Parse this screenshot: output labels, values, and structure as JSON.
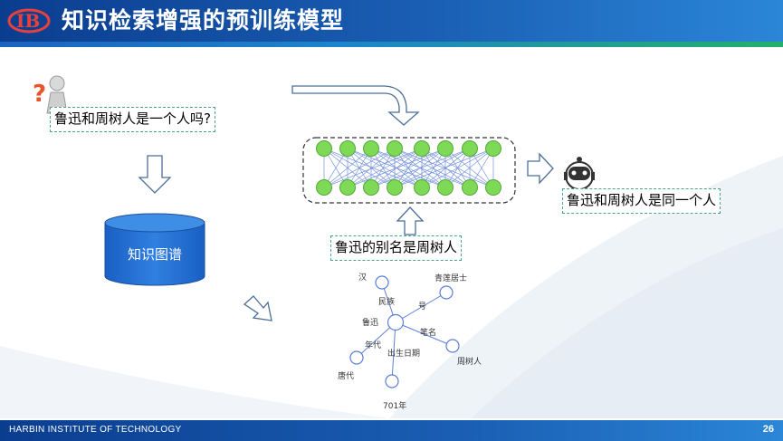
{
  "header": {
    "title": "知识检索增强的预训练模型"
  },
  "footer": {
    "institution": "HARBIN INSTITUTE  OF TECHNOLOGY",
    "page_number": "26"
  },
  "question": {
    "text": "鲁迅和周树人是一个人吗?"
  },
  "answer": {
    "text": "鲁迅和周树人是同一个人"
  },
  "retrieved_fact": {
    "text": "鲁迅的别名是周树人"
  },
  "knowledge_base": {
    "label": "知识图谱"
  },
  "knowledge_graph": {
    "nodes": [
      "汉",
      "青莲居士",
      "鲁迅",
      "唐代",
      "701年",
      "周树人"
    ],
    "edges": [
      "民族",
      "号",
      "笔名",
      "年代",
      "出生日期"
    ]
  },
  "colors": {
    "node_green": "#7ed957",
    "node_stroke": "#55a83a",
    "edge_blue": "#5b7fd6",
    "db_blue": "#1f6fd1",
    "accent_dash": "#4aa38c"
  }
}
